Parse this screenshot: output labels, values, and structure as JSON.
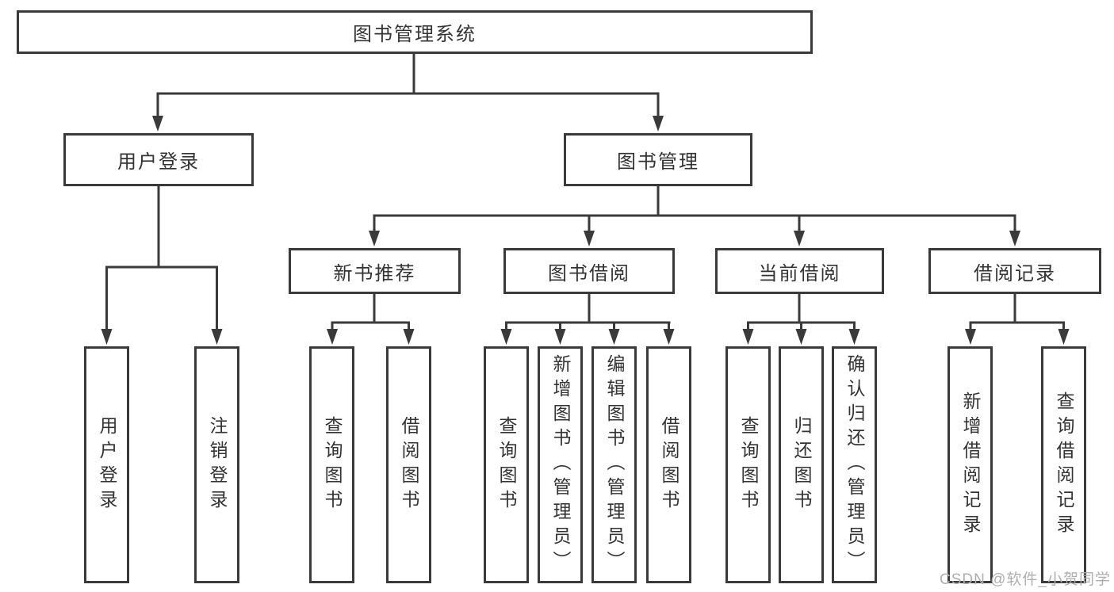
{
  "diagram": {
    "title": "图书管理系统",
    "type": "hierarchy-diagram",
    "colors": {
      "background": "#ffffff",
      "line": "#3a3a3a",
      "box_border": "#3a3a3a",
      "text": "#333333",
      "watermark": "#aeaeae"
    },
    "tree": {
      "label": "图书管理系统",
      "children": [
        {
          "label": "用户登录",
          "children": [
            {
              "label": "用户登录"
            },
            {
              "label": "注销登录"
            }
          ]
        },
        {
          "label": "图书管理",
          "children": [
            {
              "label": "新书推荐",
              "children": [
                {
                  "label": "查询图书"
                },
                {
                  "label": "借阅图书"
                }
              ]
            },
            {
              "label": "图书借阅",
              "children": [
                {
                  "label": "查询图书"
                },
                {
                  "label": "新增图书（管理员）"
                },
                {
                  "label": "编辑图书（管理员）"
                },
                {
                  "label": "借阅图书"
                }
              ]
            },
            {
              "label": "当前借阅",
              "children": [
                {
                  "label": "查询图书"
                },
                {
                  "label": "归还图书"
                },
                {
                  "label": "确认归还（管理员）"
                }
              ]
            },
            {
              "label": "借阅记录",
              "children": [
                {
                  "label": "新增借阅记录"
                },
                {
                  "label": "查询借阅记录"
                }
              ]
            }
          ]
        }
      ]
    },
    "watermark": "CSDN @软件_小贺同学"
  }
}
